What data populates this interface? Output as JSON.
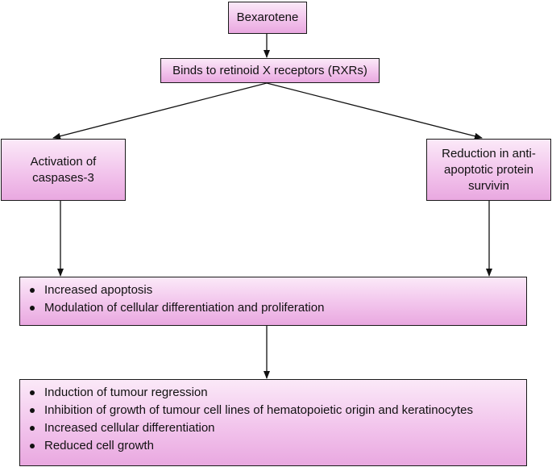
{
  "nodes": {
    "bexarotene": "Bexarotene",
    "binds_rxr": "Binds to retinoid X receptors (RXRs)",
    "activation_caspases": "Activation of caspases-3",
    "reduction_survivin": "Reduction in anti-apoptotic protein survivin"
  },
  "effects_1": {
    "items": [
      "Increased apoptosis",
      "Modulation of cellular differentiation and proliferation"
    ]
  },
  "effects_2": {
    "items": [
      "Induction of tumour regression",
      "Inhibition of growth of tumour cell lines of hematopoietic origin and keratinocytes",
      "Increased cellular differentiation",
      "Reduced cell growth"
    ]
  },
  "colors": {
    "box_top": "#fbe9f8",
    "box_bottom": "#e9a8e0",
    "border": "#1a1a1a"
  }
}
